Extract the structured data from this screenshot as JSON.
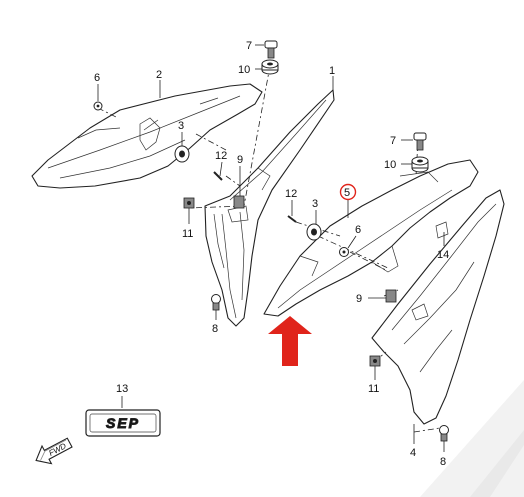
{
  "callouts": {
    "c1": "1",
    "c2": "2",
    "c3a": "3",
    "c3b": "3",
    "c4": "4",
    "c5": "5",
    "c6a": "6",
    "c6b": "6",
    "c7a": "7",
    "c7b": "7",
    "c8a": "8",
    "c8b": "8",
    "c9a": "9",
    "c9b": "9",
    "c10a": "10",
    "c10b": "10",
    "c11a": "11",
    "c11b": "11",
    "c12a": "12",
    "c12b": "12",
    "c13": "13",
    "c14": "14"
  },
  "emblem_text": "SEP",
  "fwd_text": "FWD",
  "colors": {
    "highlight_ring": "#e0241b",
    "arrow": "#e0241b",
    "line": "#222222"
  }
}
